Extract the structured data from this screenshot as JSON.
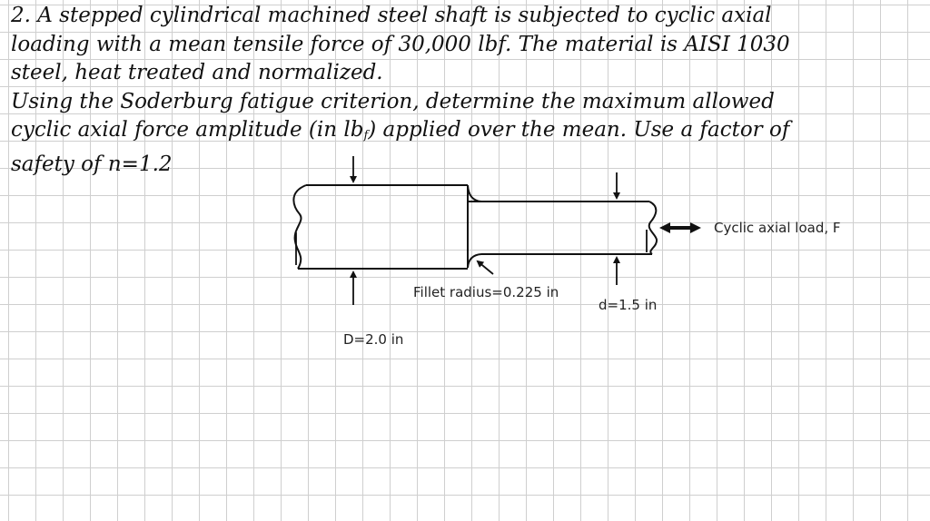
{
  "problem": {
    "line1": "2. A stepped cylindrical machined steel shaft is subjected to cyclic axial",
    "line2": "loading with a mean tensile force of 30,000 lbf.  The material is AISI 1030",
    "line3": "steel, heat treated and normalized.",
    "line4": "Using the Soderburg fatigue criterion, determine the maximum allowed",
    "line5_pre": "cyclic axial force amplitude (in lb",
    "line5_sub": "f",
    "line5_post": ") applied over the mean.  Use a factor of",
    "line6": "safety of n=1.2"
  },
  "diagram": {
    "load_label": "Cyclic axial load, F",
    "fillet_label": "Fillet radius=0.225 in",
    "small_diameter_label": "d=1.5 in",
    "large_diameter_label": "D=2.0 in"
  }
}
